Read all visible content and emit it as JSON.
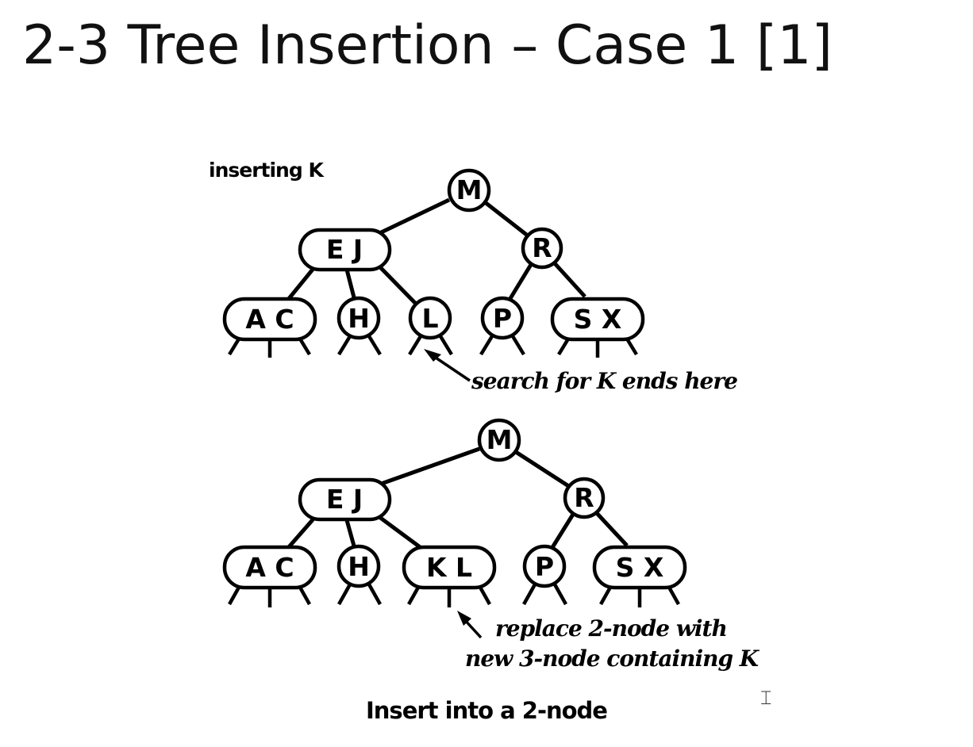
{
  "slide": {
    "title": "2-3 Tree Insertion – Case 1 [1]",
    "caption": "Insert into a 2-node"
  },
  "diagram_top": {
    "label": "inserting K",
    "note_lines": [
      "search for K ends here"
    ],
    "nodes": {
      "m": "M",
      "ej": "E J",
      "r": "R",
      "ac": "A C",
      "h": "H",
      "l": "L",
      "p": "P",
      "sx": "S X"
    }
  },
  "diagram_bottom": {
    "note_lines": [
      "replace 2-node with",
      "new 3-node containing K"
    ],
    "nodes": {
      "m": "M",
      "ej": "E J",
      "r": "R",
      "ac": "A C",
      "h": "H",
      "kl": "K L",
      "p": "P",
      "sx": "S X"
    }
  },
  "icons": {
    "cursor": "text-cursor-icon"
  }
}
